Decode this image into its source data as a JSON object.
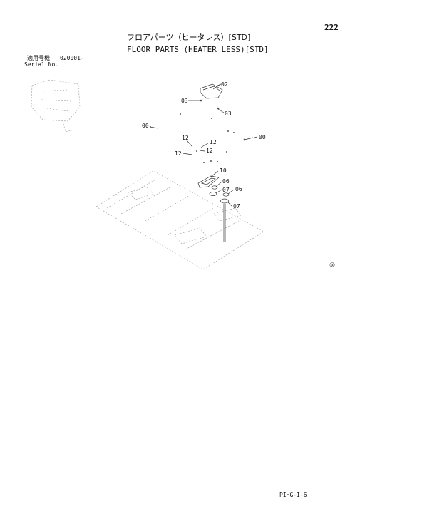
{
  "page": {
    "number": "222",
    "title_jp": "フロアパーツ（ヒータレス）[STD]",
    "title_en": "FLOOR PARTS (HEATER LESS)[STD]",
    "serial_label_jp": "適用号機",
    "serial_value": "020001-",
    "serial_label_en": "Serial No.",
    "sheet_code": "PIHG-I-6",
    "circle_mark": "⑩"
  },
  "diagram": {
    "callouts": [
      "02",
      "03",
      "03",
      "00",
      "00",
      "12",
      "12",
      "12",
      "12",
      "10",
      "06",
      "07",
      "06",
      "07"
    ]
  }
}
